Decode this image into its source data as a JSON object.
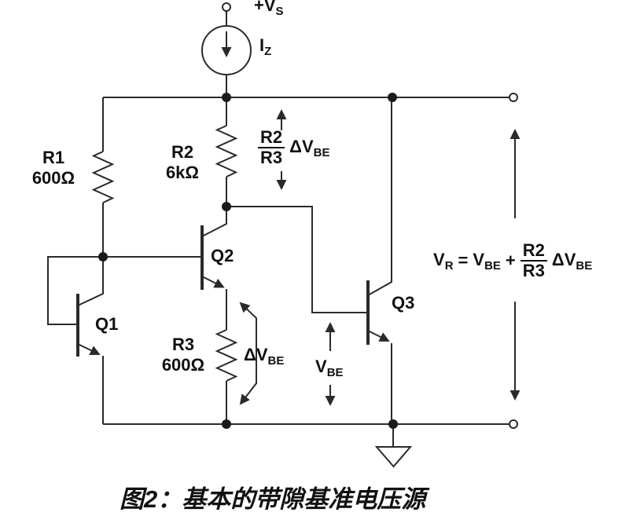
{
  "figure": {
    "supply_label": {
      "main": "+V",
      "sub": "S"
    },
    "current_label": {
      "main": "I",
      "sub": "Z"
    },
    "r1": {
      "name": "R1",
      "value": "600Ω"
    },
    "r2": {
      "name": "R2",
      "value": "6kΩ"
    },
    "r3": {
      "name": "R3",
      "value": "600Ω"
    },
    "q1": "Q1",
    "q2": "Q2",
    "q3": "Q3",
    "ratio_term": {
      "num": "R2",
      "den": "R3",
      "main": "ΔV",
      "sub": "BE"
    },
    "delta_vbe": {
      "main": "ΔV",
      "sub": "BE"
    },
    "vbe": {
      "main": "V",
      "sub": "BE"
    },
    "formula": {
      "vr_main": "V",
      "vr_sub": "R",
      "equals": "=",
      "vbe_main": "V",
      "vbe_sub": "BE",
      "plus": "+",
      "num": "R2",
      "den": "R3",
      "dv_main": "ΔV",
      "dv_sub": "BE"
    }
  },
  "caption": "图2：基本的带隙基准电压源",
  "colors": {
    "ink": "#111111",
    "line": "#2a2a2a",
    "background": "#ffffff"
  }
}
